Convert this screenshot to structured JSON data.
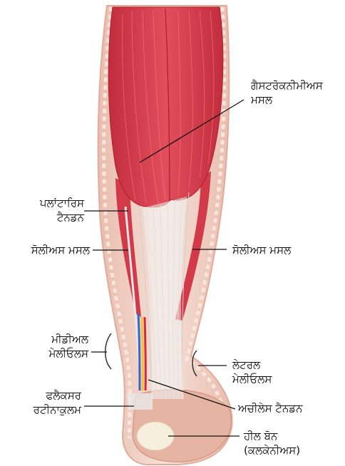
{
  "labels": {
    "gastrocnemius": [
      "ਗੈਸਟਰੋਕਨੀਮੀਅਸ",
      "ਮਸਲ"
    ],
    "plantaris": [
      "ਪਲਾਂਟਾਰਿਸ",
      "ਟੈਨਡਨ"
    ],
    "soleus_left": "ਸੋਲੀਅਸ ਮਸਲ",
    "soleus_right": "ਸੋਲੀਅਸ ਮਸਲ",
    "medial_malleolus": [
      "ਮੀਡੀਅਲ",
      "ਮੇਲੀਓਲਸ"
    ],
    "lateral_malleolus": [
      "ਲੇਟਰਲ",
      "ਮੇਲੀਓਲਸ"
    ],
    "flexor_retinaculum": [
      "ਫਲੈਕਸਰ",
      "ਰਟੀਨਾਕੁਲਮ"
    ],
    "achilles": "ਅਚੀਲੇਸ ਟੈਨਡਨ",
    "heel_bone": [
      "ਹੀਲ ਬੋਨ",
      "(ਕਲਕੇਨੀਅਸ)"
    ]
  },
  "colors": {
    "muscle": "#d9414f",
    "muscle_dark": "#b8283a",
    "skin": "#f2d5c8",
    "skin_edge": "#e8b8a6",
    "tendon": "#eeeeee",
    "bone": "#f4ecd8",
    "leader": "#111111"
  }
}
